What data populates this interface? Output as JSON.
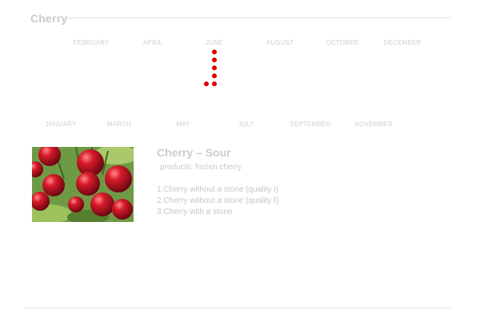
{
  "header": {
    "title": "Cherry"
  },
  "months": {
    "top": [
      "FEBRUARY",
      "APRIL",
      "JUNE",
      "AUGUST",
      "OCTOBER",
      "DECEMBER"
    ],
    "bottom": [
      "JANUARY",
      "MARCH",
      "MAY",
      "JULY",
      "SEPTEMBER",
      "NOVEMBER"
    ]
  },
  "timeline": {
    "dot_color": "#e00000"
  },
  "product": {
    "title": "Cherry – Sour",
    "subtitle": "products: frozen cherry",
    "items": [
      "1.Cherry without a stone (quality I)",
      "2.Cherry without a stone (quality I)",
      "3.Cherry with a stone"
    ]
  }
}
